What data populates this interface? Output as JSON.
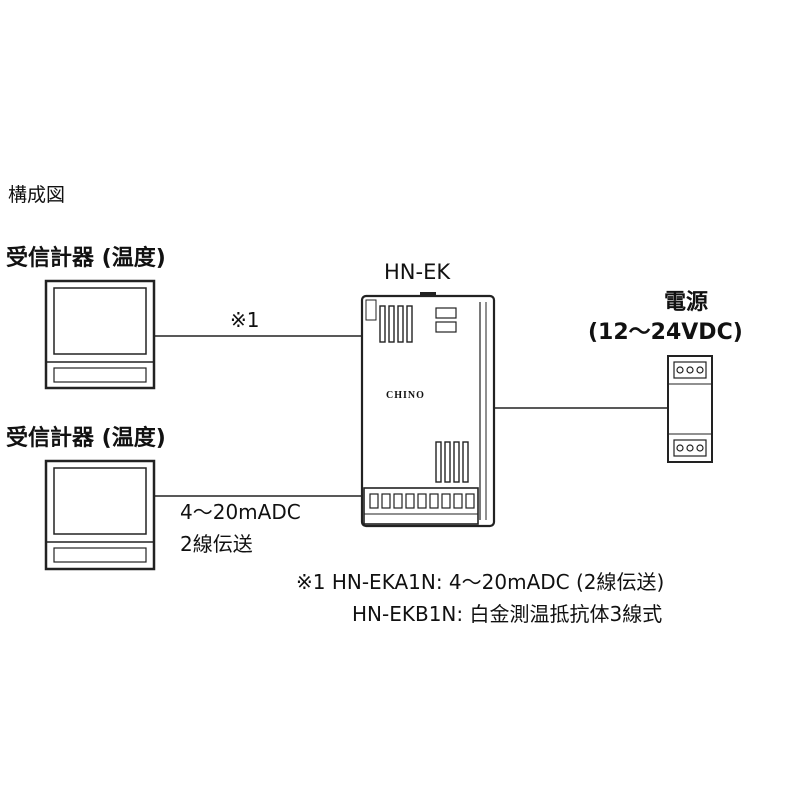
{
  "title": "構成図",
  "receivers": [
    {
      "label": "受信計器 (温度)"
    },
    {
      "label": "受信計器 (温度)"
    }
  ],
  "converter": {
    "label": "HN-EK",
    "brand": "CHINO"
  },
  "power": {
    "label": "電源",
    "spec": "(12〜24VDC)"
  },
  "connections": {
    "top": "※1",
    "bottom_line1": "4〜20mADC",
    "bottom_line2": "2線伝送"
  },
  "notes": [
    "※1 HN-EKA1N: 4〜20mADC (2線伝送)",
    "HN-EKB1N: 白金測温抵抗体3線式"
  ]
}
